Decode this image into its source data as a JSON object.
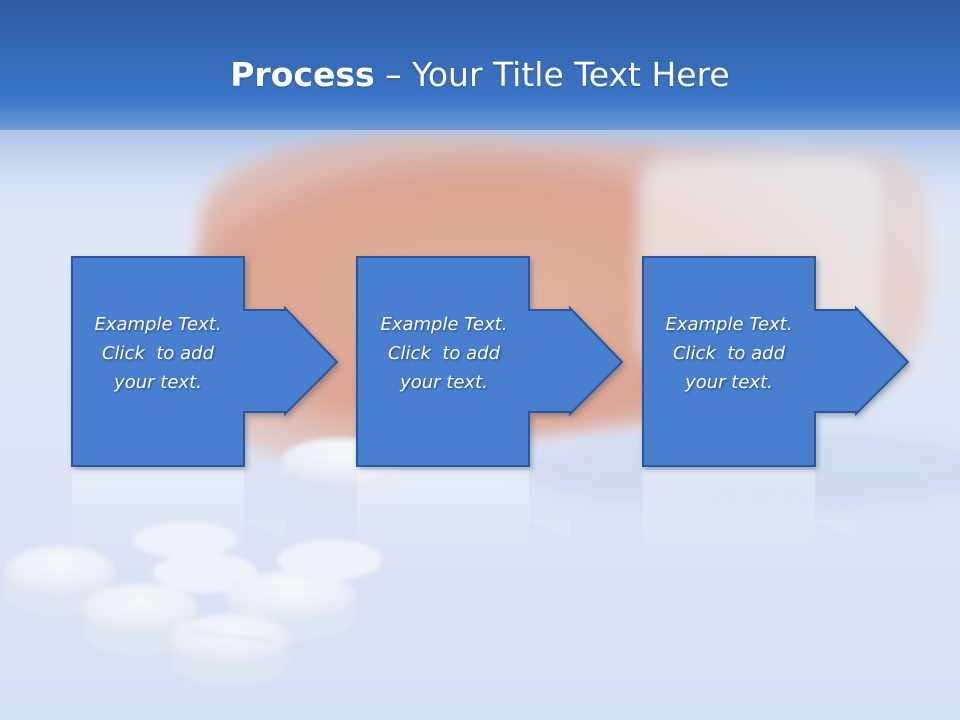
{
  "slide": {
    "title_bold": "Process",
    "title_rest": " – Your Title Text Here"
  },
  "colors": {
    "header_blue": "#3a6fb7",
    "box_fill": "#4a7fcf",
    "box_border": "#2e5595",
    "pill_orange": "#d96f3a"
  },
  "steps": [
    {
      "line1": "Example Text.",
      "line2": "Click  to add",
      "line3": "your text."
    },
    {
      "line1": "Example Text.",
      "line2": "Click  to add",
      "line3": "your text."
    },
    {
      "line1": "Example Text.",
      "line2": "Click  to add",
      "line3": "your text."
    }
  ]
}
